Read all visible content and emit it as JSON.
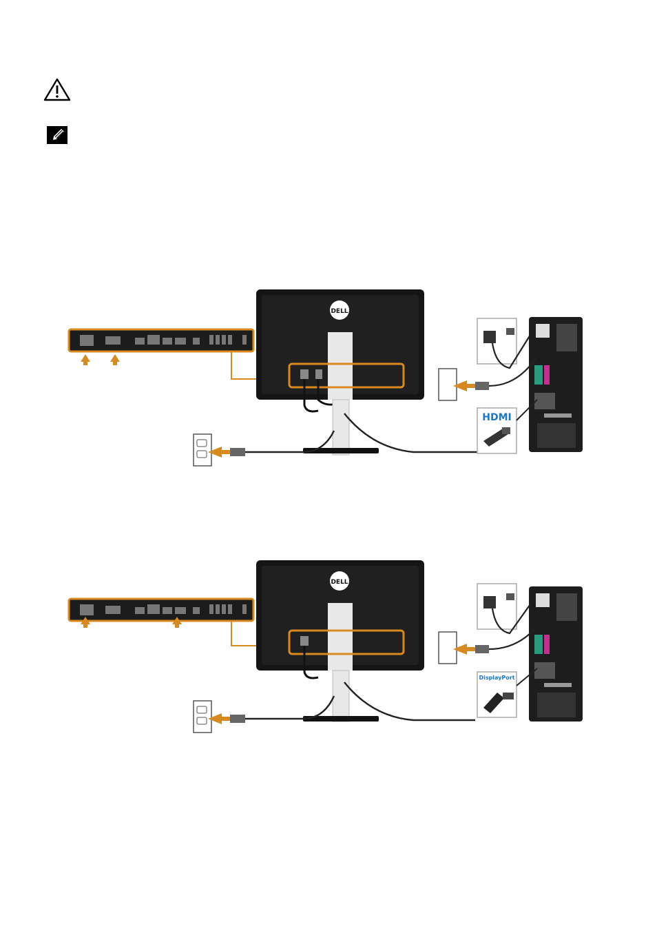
{
  "icons": {
    "caution": "warning-triangle-icon",
    "note": "note-pencil-icon"
  },
  "diagrams": [
    {
      "id": "hdmi",
      "port_label": "HDMI",
      "label_color": "#1a77c9",
      "highlight_color": "#d98a1f"
    },
    {
      "id": "displayport",
      "port_label": "DisplayPort",
      "label_color": "#1a77c9",
      "highlight_color": "#d98a1f"
    }
  ]
}
